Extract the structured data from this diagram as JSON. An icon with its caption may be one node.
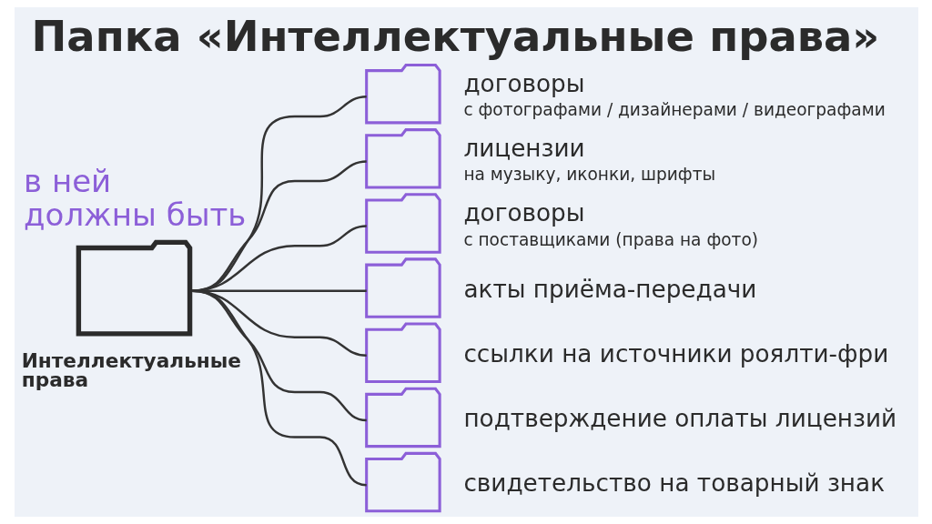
{
  "diagram": {
    "title": "Папка «Интеллектуальные права»",
    "nodes": [
      {
        "text": [],
        "shape": "folder",
        "beside": [
          "Интеллектуальные права"
        ]
      },
      {
        "text": [],
        "shape": "folder",
        "beside": [
          "договоры",
          "с фотографами / дизайнерами / видеографами"
        ]
      },
      {
        "text": [],
        "shape": "folder",
        "beside": [
          "лицензии",
          "на музыку, иконки, шрифты"
        ]
      },
      {
        "text": [],
        "shape": "folder",
        "beside": [
          "договоры",
          "с поставщиками (права на фото)"
        ]
      },
      {
        "text": [],
        "shape": "folder",
        "beside": [
          "акты приёма-передачи"
        ]
      },
      {
        "text": [],
        "shape": "folder",
        "beside": [
          "ссылки на источники роялти-фри"
        ]
      },
      {
        "text": [],
        "shape": "folder",
        "beside": [
          "подтверждение оплаты лицензий"
        ]
      },
      {
        "text": [],
        "shape": "folder",
        "beside": [
          "свидетельство на товарный знак"
        ]
      }
    ],
    "edges": [
      {
        "from": 0,
        "to": 1,
        "arrow": "none"
      },
      {
        "from": 0,
        "to": 2,
        "arrow": "none"
      },
      {
        "from": 0,
        "to": 3,
        "arrow": "none"
      },
      {
        "from": 0,
        "to": 4,
        "arrow": "none"
      },
      {
        "from": 0,
        "to": 5,
        "arrow": "none"
      },
      {
        "from": 0,
        "to": 6,
        "arrow": "none"
      },
      {
        "from": 0,
        "to": 7,
        "arrow": "none"
      }
    ],
    "labels": [
      "в ней должны быть"
    ]
  }
}
